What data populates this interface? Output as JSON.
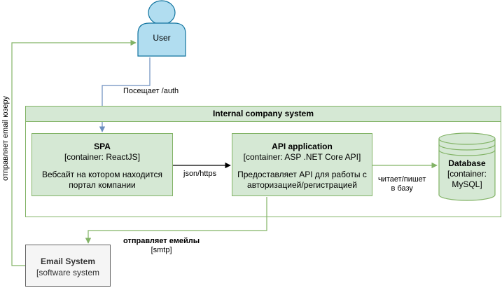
{
  "user": {
    "label": "User"
  },
  "boundary": {
    "title": "Internal company system"
  },
  "spa": {
    "title": "SPA",
    "tech": "[container: ReactJS]",
    "desc_line1": "Вебсайт на котором находится",
    "desc_line2": "портал компании"
  },
  "api": {
    "title": "API application",
    "tech": "[container: ASP .NET Core API]",
    "desc_line1": "Предоставляет API для работы с",
    "desc_line2": "авторизацией/регистрацией"
  },
  "database": {
    "title": "Database",
    "tech_line1": "[container:",
    "tech_line2": "MySQL]"
  },
  "email_system": {
    "title": "Email System",
    "tech": "[software system"
  },
  "edges": {
    "visit": "Посещает /auth",
    "json": "json/https",
    "db_line1": "читает/пишет",
    "db_line2": "в базу",
    "email_line1": "отправляет емейлы",
    "email_line2": "[smtp]",
    "notify": "отправляет email юзеру"
  },
  "colors": {
    "container_fill": "#d5e8d4",
    "container_stroke": "#82b366",
    "person_fill": "#b1ddf0",
    "person_stroke": "#10739e",
    "external_fill": "#f5f5f5",
    "external_stroke": "#666666",
    "edge_blue": "#6c8ebf"
  }
}
